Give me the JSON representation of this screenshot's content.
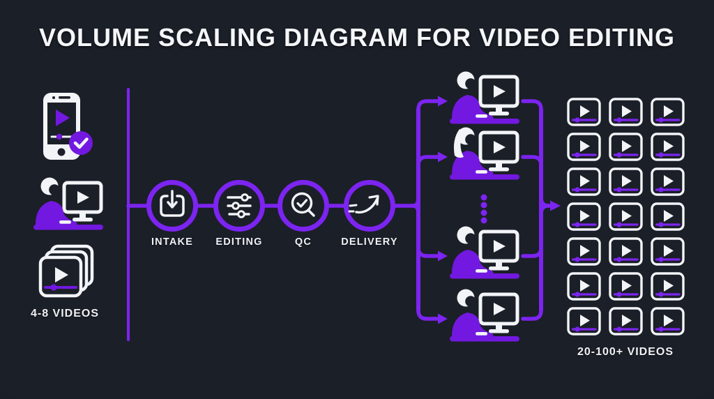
{
  "title": "VOLUME SCALING DIAGRAM FOR VIDEO EDITING",
  "colors": {
    "background": "#1b1f28",
    "accent_purple": "#7c24f0",
    "fill_purple": "#7318e0",
    "icon_white": "#f2f4f7"
  },
  "input_stage": {
    "caption": "4-8 VIDEOS",
    "icons": [
      "phone-video-approved-icon",
      "editor-at-desk-icon",
      "video-stack-icon"
    ]
  },
  "pipeline": {
    "steps": [
      {
        "label": "INTAKE",
        "icon": "download-tray-icon"
      },
      {
        "label": "EDITING",
        "icon": "sliders-icon"
      },
      {
        "label": "QC",
        "icon": "magnifier-check-icon"
      },
      {
        "label": "DELIVERY",
        "icon": "launch-arrow-icon"
      }
    ]
  },
  "scale_out": {
    "editors": [
      {
        "variant": "short-hair"
      },
      {
        "variant": "long-hair"
      },
      {
        "variant": "short-hair"
      },
      {
        "variant": "short-hair"
      }
    ],
    "ellipsis_dots": 4
  },
  "output_stage": {
    "caption": "20-100+ VIDEOS",
    "grid": {
      "rows": 7,
      "columns": 3
    }
  }
}
